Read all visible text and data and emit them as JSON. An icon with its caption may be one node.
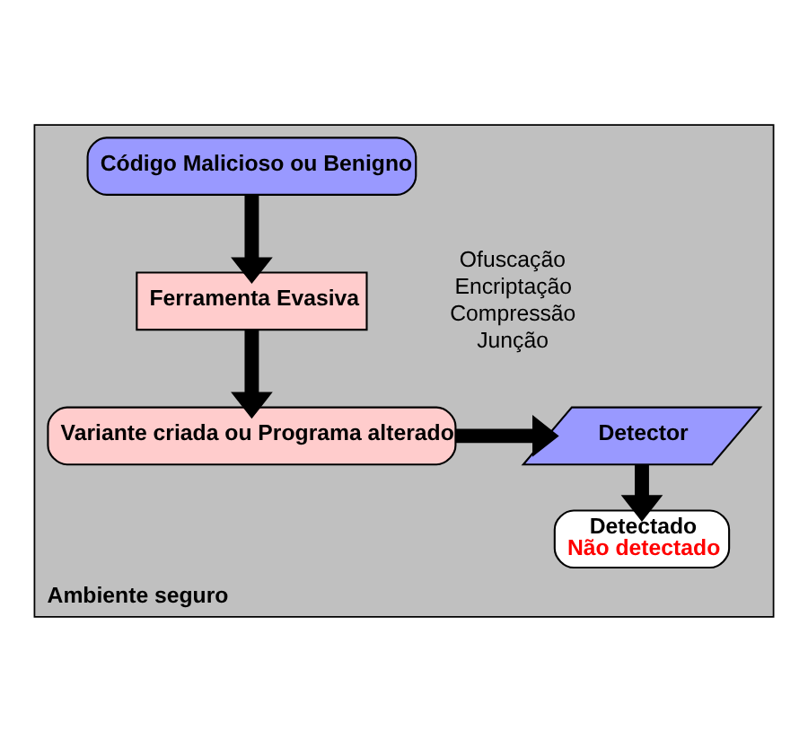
{
  "diagram": {
    "nodes": [
      {
        "text": [
          "Ambiente seguro"
        ]
      },
      {
        "text": [
          "Código Malicioso ou Benigno"
        ],
        "in": 0
      },
      {
        "text": [
          "Ferramenta Evasiva"
        ],
        "in": 0,
        "beside": [
          "Ofuscação",
          "Encriptação",
          "Compressão",
          "Junção"
        ]
      },
      {
        "text": [
          "Variante criada ou Programa alterado"
        ],
        "in": 0
      },
      {
        "text": [
          "Detector"
        ],
        "in": 0
      },
      {
        "text": [
          "Detectado",
          "Não detectado"
        ],
        "in": 0
      }
    ],
    "edges": [
      {
        "from": 1,
        "to": 2,
        "arrow": "to"
      },
      {
        "from": 2,
        "to": 3,
        "arrow": "to"
      },
      {
        "from": 3,
        "to": 4,
        "arrow": "to"
      },
      {
        "from": 4,
        "to": 5,
        "arrow": "to"
      }
    ]
  }
}
